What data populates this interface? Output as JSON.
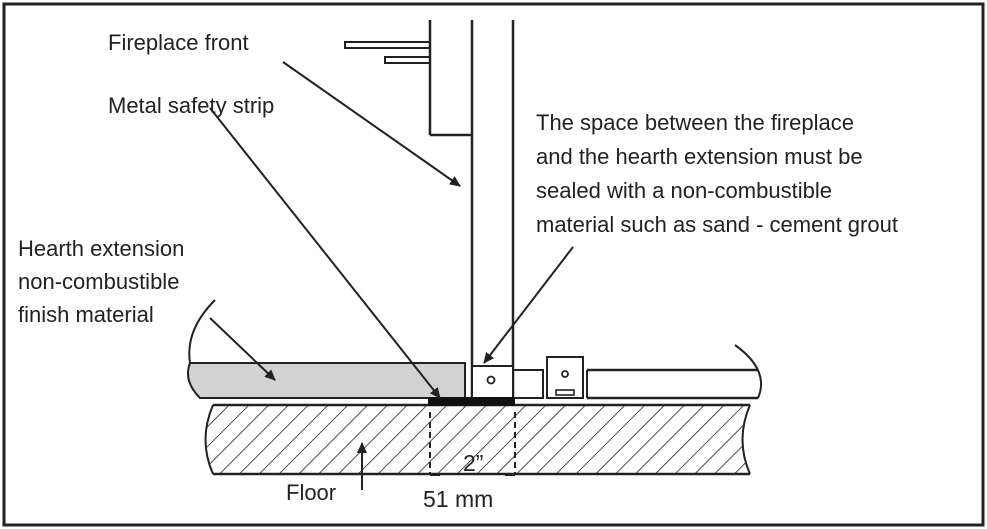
{
  "colors": {
    "line": "#222222",
    "hearth_fill": "#d2d2d2",
    "background": "#ffffff"
  },
  "labels": {
    "fireplace_front": "Fireplace front",
    "metal_safety_strip": "Metal safety strip",
    "space_note": [
      "The space between the fireplace",
      "and the hearth extension must be",
      "sealed with a non-combustible",
      "material such as sand - cement grout"
    ],
    "hearth_extension": [
      "Hearth extension",
      "non-combustible",
      "finish material"
    ],
    "floor": "Floor",
    "dimension_in": "2”",
    "dimension_mm": "51 mm"
  }
}
